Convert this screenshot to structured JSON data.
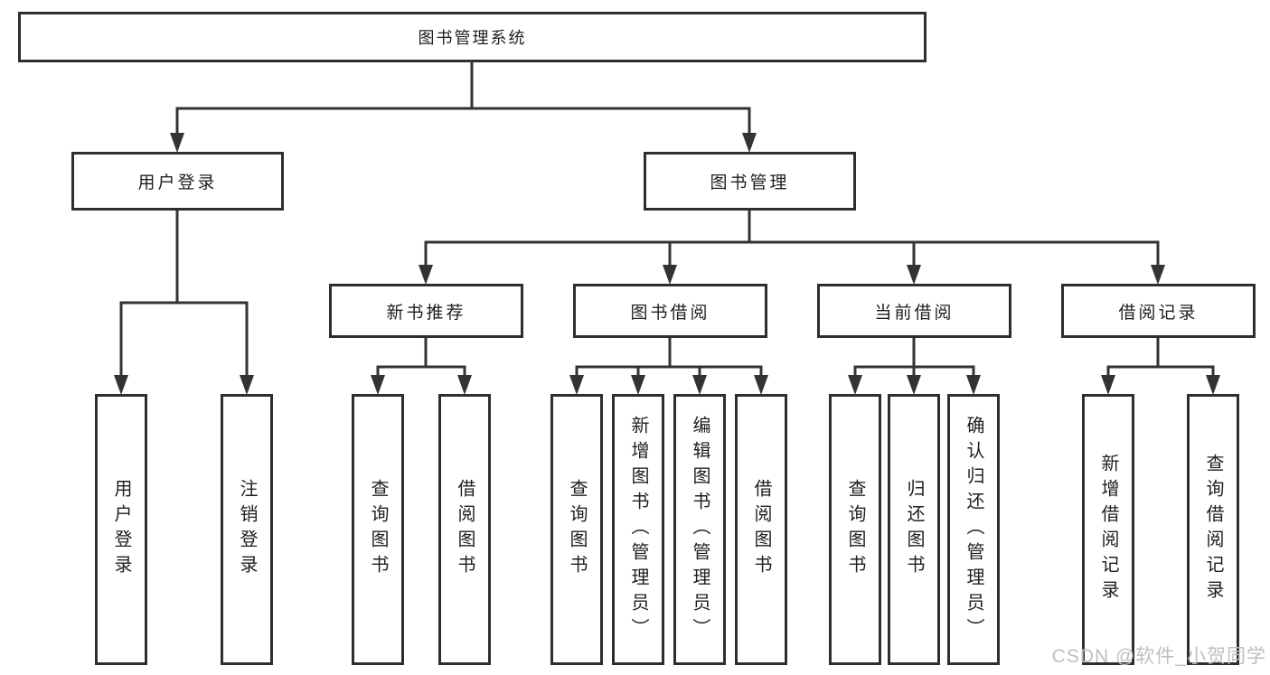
{
  "tree": {
    "root": "图书管理系统",
    "branches": [
      {
        "label": "用户登录",
        "leaves": [
          "用户登录",
          "注销登录"
        ]
      },
      {
        "label": "图书管理",
        "groups": [
          {
            "label": "新书推荐",
            "leaves": [
              "查询图书",
              "借阅图书"
            ]
          },
          {
            "label": "图书借阅",
            "leaves": [
              "查询图书",
              "新增图书（管理员）",
              "编辑图书（管理员）",
              "借阅图书"
            ]
          },
          {
            "label": "当前借阅",
            "leaves": [
              "查询图书",
              "归还图书",
              "确认归还（管理员）"
            ]
          },
          {
            "label": "借阅记录",
            "leaves": [
              "新增借阅记录",
              "查询借阅记录"
            ]
          }
        ]
      }
    ]
  },
  "watermark": {
    "text": "CSDN @软件_小贺同学",
    "color": "#bfbfbf"
  },
  "colors": {
    "line": "#333333",
    "box_border": "#2e2e2e",
    "box_fill": "#ffffff",
    "text": "#1f1f1f",
    "background": "#ffffff"
  }
}
